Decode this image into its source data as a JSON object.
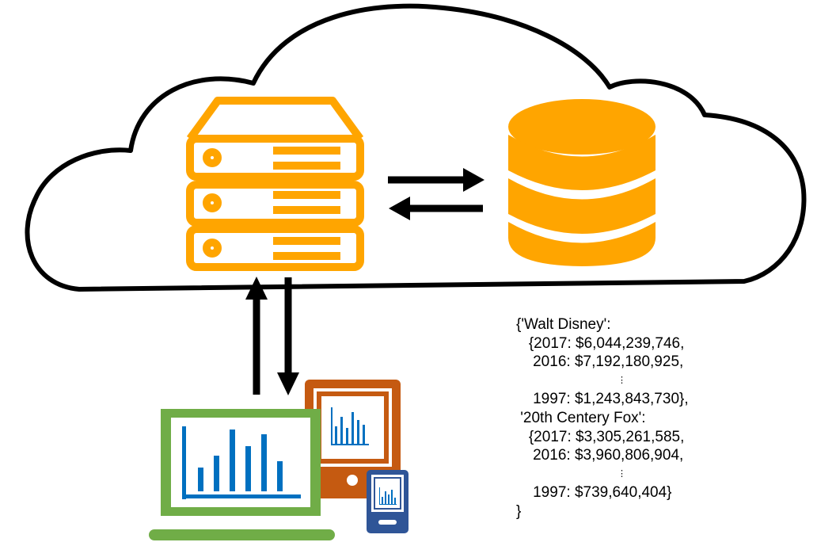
{
  "diagram": {
    "colors": {
      "server": "#FFA500",
      "database": "#FFA500",
      "laptop": "#70AD47",
      "monitor": "#C55A11",
      "tablet": "#2F5597",
      "chart_bars": "#0070C0",
      "arrows": "#000000",
      "cloud_outline": "#000000"
    },
    "icons": [
      "cloud-icon",
      "server-icon",
      "database-icon",
      "laptop-icon",
      "monitor-icon",
      "tablet-icon"
    ]
  },
  "data_text": {
    "lines": [
      "{'Walt Disney':",
      "   {2017: $6,044,239,746,",
      "    2016: $7,192,180,925,",
      "⋮",
      "    1997: $1,243,843,730},",
      " '20th Centery Fox':",
      "   {2017: $3,305,261,585,",
      "    2016: $3,960,806,904,",
      "⋮",
      "    1997: $739,640,404}",
      "}"
    ]
  }
}
